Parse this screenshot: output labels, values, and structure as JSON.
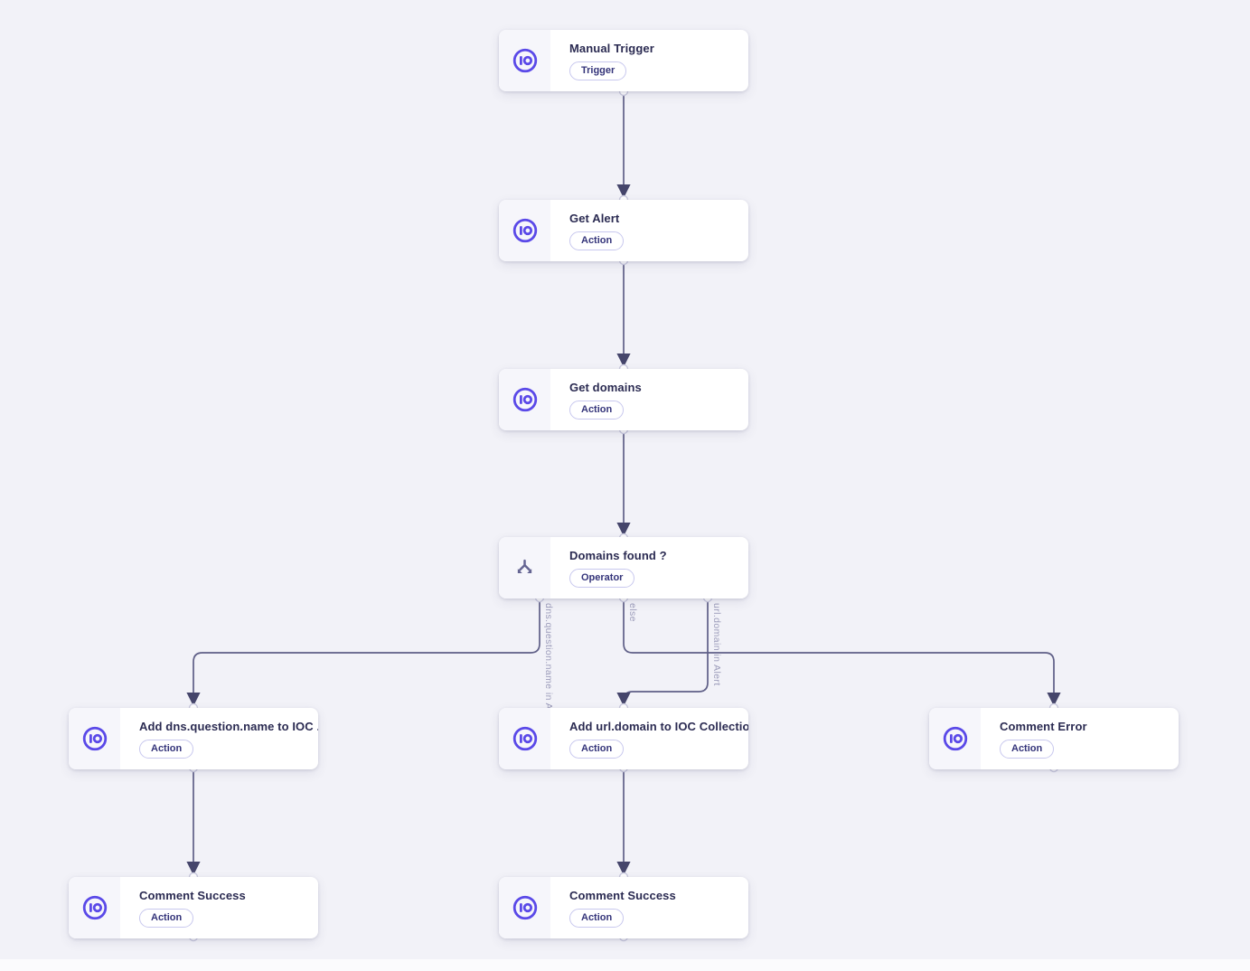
{
  "canvas": {
    "type": "playbook-workflow-editor"
  },
  "colors": {
    "accent_indigo": "#5A49E8",
    "edge_line": "#5F5F87",
    "arrowhead": "#45456B",
    "canvas_bg": "#F2F2F8",
    "title_text": "#2B2B52",
    "badge_text": "#34347A",
    "edge_label_text": "#9C9CBA"
  },
  "nodes": [
    {
      "id": "manual-trigger",
      "title": "Manual Trigger",
      "badge": "Trigger",
      "icon": "sekoia-io-icon"
    },
    {
      "id": "get-alert",
      "title": "Get Alert",
      "badge": "Action",
      "icon": "sekoia-io-icon"
    },
    {
      "id": "get-domains",
      "title": "Get domains",
      "badge": "Action",
      "icon": "sekoia-io-icon"
    },
    {
      "id": "domains-found",
      "title": "Domains found ?",
      "badge": "Operator",
      "icon": "split-branch-icon"
    },
    {
      "id": "add-dns-to-ioc",
      "title": "Add dns.question.name to IOC ...",
      "badge": "Action",
      "icon": "sekoia-io-icon"
    },
    {
      "id": "add-url-to-ioc",
      "title": "Add url.domain to IOC Collection",
      "badge": "Action",
      "icon": "sekoia-io-icon"
    },
    {
      "id": "comment-error",
      "title": "Comment Error",
      "badge": "Action",
      "icon": "sekoia-io-icon"
    },
    {
      "id": "comment-success-left",
      "title": "Comment Success",
      "badge": "Action",
      "icon": "sekoia-io-icon"
    },
    {
      "id": "comment-success-center",
      "title": "Comment Success",
      "badge": "Action",
      "icon": "sekoia-io-icon"
    }
  ],
  "connections": [
    {
      "from": "Manual Trigger",
      "to": "Get Alert",
      "label": ""
    },
    {
      "from": "Get Alert",
      "to": "Get domains",
      "label": ""
    },
    {
      "from": "Get domains",
      "to": "Domains found ?",
      "label": ""
    },
    {
      "from": "Domains found ?",
      "to": "Add dns.question.name to IOC ...",
      "label": "dns.question.name in Alert"
    },
    {
      "from": "Domains found ?",
      "to": "Comment Error",
      "label": "else"
    },
    {
      "from": "Domains found ?",
      "to": "Add url.domain to IOC Collection",
      "label": "url.domain in Alert"
    },
    {
      "from": "Add dns.question.name to IOC ...",
      "to": "Comment Success",
      "label": ""
    },
    {
      "from": "Add url.domain to IOC Collection",
      "to": "Comment Success",
      "label": ""
    }
  ]
}
